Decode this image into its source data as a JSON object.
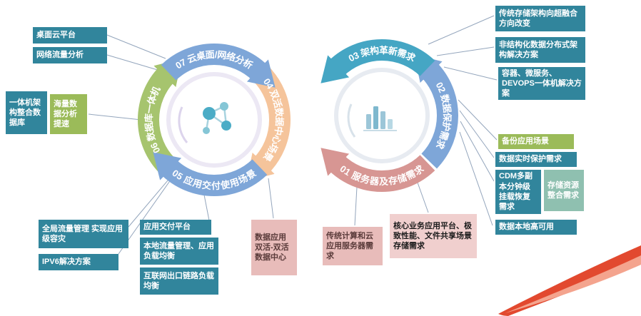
{
  "arcs": {
    "left": [
      {
        "id": "07",
        "label": "07 云桌面/网络分析"
      },
      {
        "id": "04",
        "label": "04 双活数据中心场景"
      },
      {
        "id": "05",
        "label": "05 应用交付使用场景"
      },
      {
        "id": "06",
        "label": "06 数据库一体机"
      }
    ],
    "right": [
      {
        "id": "03",
        "label": "03 架构革新需求"
      },
      {
        "id": "02",
        "label": "02 数据保护需求"
      },
      {
        "id": "01",
        "label": "01 服务器及存储需求"
      }
    ]
  },
  "boxes": {
    "desktop_cloud": "桌面云平台",
    "network_traffic": "网络流量分析",
    "aio_arch": "一体机架构整合数据库",
    "mass_data": "海量数据分析提速",
    "global_traffic": "全局流量管理 实现应用级容灾",
    "ipv6": "IPV6解决方案",
    "app_delivery": "应用交付平台",
    "local_traffic": "本地流量管理、应用负载均衡",
    "internet_link": "互联网出口链路负载均衡",
    "dc_double_active": "数据应用双活-双活数据中心",
    "traditional_compute": "传统计算和云应用服务器需求",
    "core_business": "核心业务应用平台、极致性能、文件共享场景存储需求",
    "hci_change": "传统存储架构向超融合方向改变",
    "unstructured": "非结构化数据分布式架构解决方案",
    "container": "容器、微服务、DEVOPS一体机解决方案",
    "backup": "备份应用场景",
    "realtime_protect": "数据实时保护需求",
    "cdm": "CDM多副本分钟级挂载恢复需求",
    "storage_merge": "存储资源整合需求",
    "local_ha": "数据本地高可用"
  },
  "icons": {
    "left_center": "molecule-icon",
    "right_center": "bar-chart-icon",
    "bottom_right": "red-swoosh-arrow"
  },
  "colors": {
    "teal_box": "#31859C",
    "green_box": "#9BBB59",
    "light_teal_box": "#8FC0B0",
    "pink_box": "#E8BCBA",
    "pale_pink_box": "#F0CFCE",
    "arc_blue": "#7EA6D8",
    "arc_orange": "#F5C49B",
    "arc_green": "#A6C46E",
    "arc_teal": "#45A6C4",
    "arc_salmon": "#D79693",
    "swoosh_red": "#E2492F"
  }
}
